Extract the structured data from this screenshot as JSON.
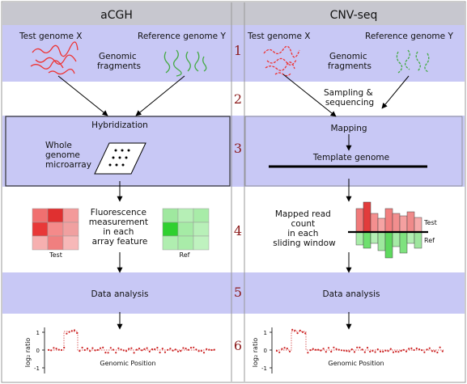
{
  "columns": {
    "left_title": "aCGH",
    "right_title": "CNV-seq"
  },
  "steps": [
    "1",
    "2",
    "3",
    "4",
    "5",
    "6"
  ],
  "left": {
    "test_genome": "Test genome X",
    "reference_genome": "Reference genome Y",
    "fragments": [
      "Genomic",
      "fragments"
    ],
    "hybridization": "Hybridization",
    "microarray": [
      "Whole",
      "genome",
      "microarray"
    ],
    "fluorescence": [
      "Fluorescence",
      "measurement",
      "in each",
      "array feature"
    ],
    "test_label": "Test",
    "ref_label": "Ref",
    "data_analysis": "Data analysis",
    "plot_xlabel": "Genomic Position",
    "plot_ylabel": "log₂ ratio",
    "yticks": [
      "1",
      "0",
      "-1"
    ]
  },
  "right": {
    "test_genome": "Test genome X",
    "reference_genome": "Reference genome Y",
    "fragments": [
      "Genomic",
      "fragments"
    ],
    "sampling": [
      "Sampling &",
      "sequencing"
    ],
    "mapping": "Mapping",
    "template_genome": "Template genome",
    "read_count": [
      "Mapped read",
      "count",
      "in each",
      "sliding window"
    ],
    "test_label": "Test",
    "ref_label": "Ref",
    "data_analysis": "Data analysis",
    "plot_xlabel": "Genomic Position",
    "plot_ylabel": "log₂ ratio",
    "yticks": [
      "1",
      "0",
      "-1"
    ]
  },
  "colors": {
    "band": "#c8c8f5",
    "header": "#c7c7cf",
    "arrow": "#000000",
    "step_number": "#8b1a1a",
    "dots": "#cc2222"
  }
}
